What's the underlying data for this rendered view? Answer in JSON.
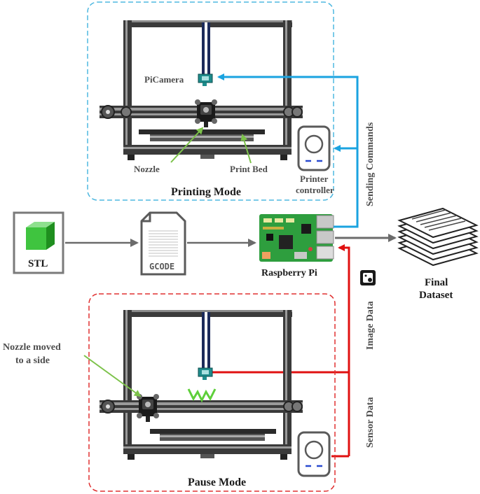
{
  "labels": {
    "picamera": "PiCamera",
    "nozzle": "Nozzle",
    "print_bed": "Print Bed",
    "printer_controller_line1": "Printer",
    "printer_controller_line2": "controller",
    "printing_mode": "Printing Mode",
    "stl": "STL",
    "gcode": "GCODE",
    "raspberry_pi": "Raspberry Pi",
    "final_dataset_line1": "Final",
    "final_dataset_line2": "Dataset",
    "sending_commands": "Sending Commands",
    "image_data": "Image Data",
    "sensor_data": "Sensor Data",
    "nozzle_moved_line1": "Nozzle moved",
    "nozzle_moved_line2": "to a side",
    "pause_mode": "Pause Mode"
  },
  "colors": {
    "printing_box_border": "#4fb8e0",
    "pause_box_border": "#e03030",
    "command_arrow": "#1aa3e0",
    "data_arrow": "#e01010",
    "flow_arrow": "#6b6b6b",
    "annotation_arrow": "#7cc24a",
    "frame": "#2a2a2a",
    "camera": "#1e8c8c",
    "cable": "#1c2a5a",
    "pcb": "#2e9e3e",
    "stl_cube": "#3fc43f"
  },
  "icons": {
    "stl": "cube-icon",
    "gcode": "document-icon",
    "raspberry_pi": "raspberry-pi-board-icon",
    "final_dataset": "stacked-papers-icon",
    "controller": "controller-icon",
    "camera": "camera-icon"
  }
}
